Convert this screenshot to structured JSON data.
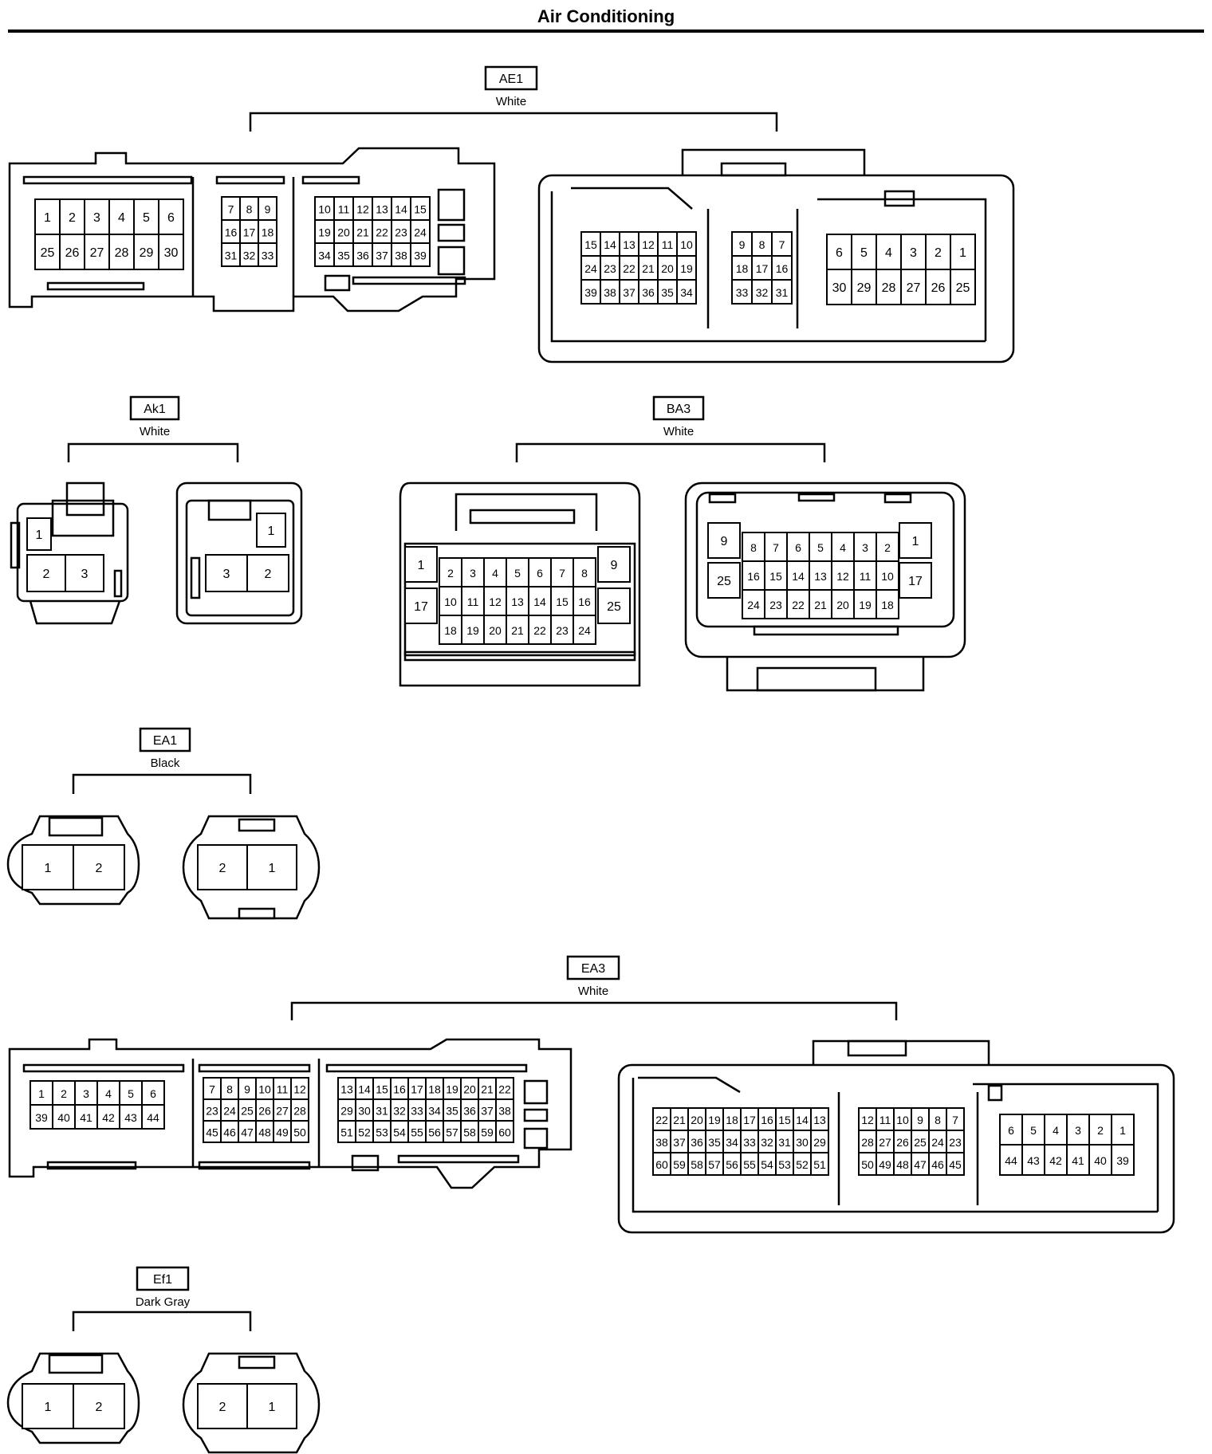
{
  "page": {
    "title": "Air Conditioning"
  },
  "connectors": [
    {
      "code": "AE1",
      "color": "White"
    },
    {
      "code": "Ak1",
      "color": "White"
    },
    {
      "code": "BA3",
      "color": "White"
    },
    {
      "code": "EA1",
      "color": "Black"
    },
    {
      "code": "EA3",
      "color": "White"
    },
    {
      "code": "Ef1",
      "color": "Dark Gray"
    }
  ],
  "pins": {
    "ae1_left_a": [
      [
        "1",
        "2",
        "3",
        "4",
        "5",
        "6"
      ],
      [
        "25",
        "26",
        "27",
        "28",
        "29",
        "30"
      ]
    ],
    "ae1_left_b": [
      [
        "7",
        "8",
        "9"
      ],
      [
        "16",
        "17",
        "18"
      ],
      [
        "31",
        "32",
        "33"
      ]
    ],
    "ae1_left_c": [
      [
        "10",
        "11",
        "12",
        "13",
        "14",
        "15"
      ],
      [
        "19",
        "20",
        "21",
        "22",
        "23",
        "24"
      ],
      [
        "34",
        "35",
        "36",
        "37",
        "38",
        "39"
      ]
    ],
    "ae1_right_a": [
      [
        "15",
        "14",
        "13",
        "12",
        "11",
        "10"
      ],
      [
        "24",
        "23",
        "22",
        "21",
        "20",
        "19"
      ],
      [
        "39",
        "38",
        "37",
        "36",
        "35",
        "34"
      ]
    ],
    "ae1_right_b": [
      [
        "9",
        "8",
        "7"
      ],
      [
        "18",
        "17",
        "16"
      ],
      [
        "33",
        "32",
        "31"
      ]
    ],
    "ae1_right_c": [
      [
        "6",
        "5",
        "4",
        "3",
        "2",
        "1"
      ],
      [
        "30",
        "29",
        "28",
        "27",
        "26",
        "25"
      ]
    ],
    "ak1_left": {
      "top": "1",
      "bottom": [
        "2",
        "3"
      ]
    },
    "ak1_right": {
      "top": "1",
      "bottom": [
        "3",
        "2"
      ]
    },
    "ba3_left": {
      "side_left": [
        "1",
        "17"
      ],
      "side_right": [
        "9",
        "25"
      ],
      "rows": [
        [
          "2",
          "3",
          "4",
          "5",
          "6",
          "7",
          "8"
        ],
        [
          "10",
          "11",
          "12",
          "13",
          "14",
          "15",
          "16"
        ],
        [
          "18",
          "19",
          "20",
          "21",
          "22",
          "23",
          "24"
        ]
      ]
    },
    "ba3_right": {
      "side_left": [
        "9",
        "25"
      ],
      "side_right": [
        "1",
        "17"
      ],
      "rows": [
        [
          "8",
          "7",
          "6",
          "5",
          "4",
          "3",
          "2"
        ],
        [
          "16",
          "15",
          "14",
          "13",
          "12",
          "11",
          "10"
        ],
        [
          "24",
          "23",
          "22",
          "21",
          "20",
          "19",
          "18"
        ]
      ]
    },
    "ea1_left": [
      "1",
      "2"
    ],
    "ea1_right": [
      "2",
      "1"
    ],
    "ea3_left_a": [
      [
        "1",
        "2",
        "3",
        "4",
        "5",
        "6"
      ],
      [
        "39",
        "40",
        "41",
        "42",
        "43",
        "44"
      ]
    ],
    "ea3_left_b": [
      [
        "7",
        "8",
        "9",
        "10",
        "11",
        "12"
      ],
      [
        "23",
        "24",
        "25",
        "26",
        "27",
        "28"
      ],
      [
        "45",
        "46",
        "47",
        "48",
        "49",
        "50"
      ]
    ],
    "ea3_left_c": [
      [
        "13",
        "14",
        "15",
        "16",
        "17",
        "18",
        "19",
        "20",
        "21",
        "22"
      ],
      [
        "29",
        "30",
        "31",
        "32",
        "33",
        "34",
        "35",
        "36",
        "37",
        "38"
      ],
      [
        "51",
        "52",
        "53",
        "54",
        "55",
        "56",
        "57",
        "58",
        "59",
        "60"
      ]
    ],
    "ea3_right_a": [
      [
        "22",
        "21",
        "20",
        "19",
        "18",
        "17",
        "16",
        "15",
        "14",
        "13"
      ],
      [
        "38",
        "37",
        "36",
        "35",
        "34",
        "33",
        "32",
        "31",
        "30",
        "29"
      ],
      [
        "60",
        "59",
        "58",
        "57",
        "56",
        "55",
        "54",
        "53",
        "52",
        "51"
      ]
    ],
    "ea3_right_b": [
      [
        "12",
        "11",
        "10",
        "9",
        "8",
        "7"
      ],
      [
        "28",
        "27",
        "26",
        "25",
        "24",
        "23"
      ],
      [
        "50",
        "49",
        "48",
        "47",
        "46",
        "45"
      ]
    ],
    "ea3_right_c": [
      [
        "6",
        "5",
        "4",
        "3",
        "2",
        "1"
      ],
      [
        "44",
        "43",
        "42",
        "41",
        "40",
        "39"
      ]
    ],
    "ef1_left": [
      "1",
      "2"
    ],
    "ef1_right": [
      "2",
      "1"
    ]
  }
}
